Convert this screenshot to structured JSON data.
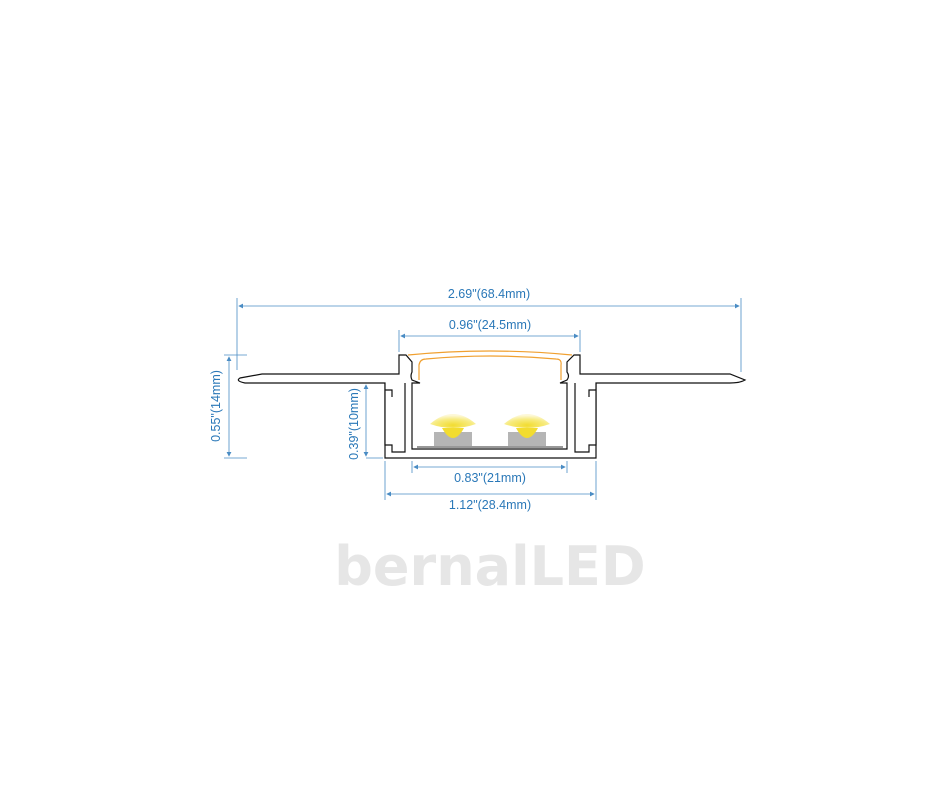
{
  "watermark": "bernalLED",
  "dimensions": {
    "overall_width": "2.69\"(68.4mm)",
    "top_opening": "0.96\"(24.5mm)",
    "overall_height": "0.55\"(14mm)",
    "channel_depth": "0.39\"(10mm)",
    "inner_width": "0.83\"(21mm)",
    "outer_width": "1.12\"(28.4mm)"
  },
  "colors": {
    "dimension": "#2a78b8",
    "diffuser": "#f0a030",
    "led_glow": "#f5e04a",
    "chip": "#b5b5b5"
  }
}
